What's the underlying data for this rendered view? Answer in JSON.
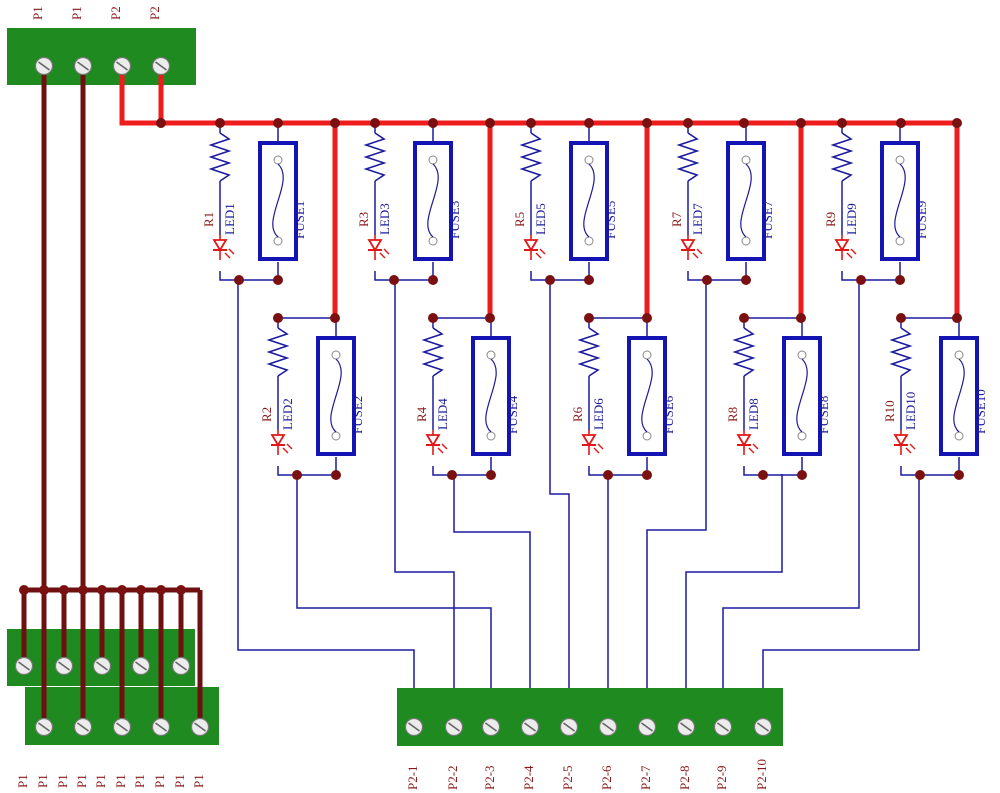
{
  "top_connector": {
    "pins": [
      "P1",
      "P1",
      "P2",
      "P2"
    ]
  },
  "left_connector": {
    "top_row_pins": [
      "P1",
      "P1",
      "P1",
      "P1",
      "P1"
    ],
    "bottom_row_pins": [
      "P1",
      "P1",
      "P1",
      "P1",
      "P1"
    ],
    "labels": [
      "P1",
      "P1",
      "P1",
      "P1",
      "P1",
      "P1",
      "P1",
      "P1",
      "P1",
      "P1"
    ]
  },
  "bottom_connector": {
    "labels": [
      "P2-1",
      "P2-2",
      "P2-3",
      "P2-4",
      "P2-5",
      "P2-6",
      "P2-7",
      "P2-8",
      "P2-9",
      "P2-10"
    ]
  },
  "channels": [
    {
      "resistor": "R1",
      "led": "LED1",
      "fuse": "FUSE1"
    },
    {
      "resistor": "R2",
      "led": "LED2",
      "fuse": "FUSE2"
    },
    {
      "resistor": "R3",
      "led": "LED3",
      "fuse": "FUSE3"
    },
    {
      "resistor": "R4",
      "led": "LED4",
      "fuse": "FUSE4"
    },
    {
      "resistor": "R5",
      "led": "LED5",
      "fuse": "FUSE5"
    },
    {
      "resistor": "R6",
      "led": "LED6",
      "fuse": "FUSE6"
    },
    {
      "resistor": "R7",
      "led": "LED7",
      "fuse": "FUSE7"
    },
    {
      "resistor": "R8",
      "led": "LED8",
      "fuse": "FUSE8"
    },
    {
      "resistor": "R9",
      "led": "LED9",
      "fuse": "FUSE9"
    },
    {
      "resistor": "R10",
      "led": "LED10",
      "fuse": "FUSE10"
    }
  ],
  "colors": {
    "power_trace": "#ee1c1c",
    "p1_trace": "#6e1010",
    "signal_trace": "#1c1ca0",
    "terminal_block": "#1f8a1f",
    "fuse_outline": "#1414b4",
    "led": "#e01818",
    "node": "#7a1010",
    "label_dark_red": "#8a1818",
    "label_blue": "#1a1a9a"
  }
}
